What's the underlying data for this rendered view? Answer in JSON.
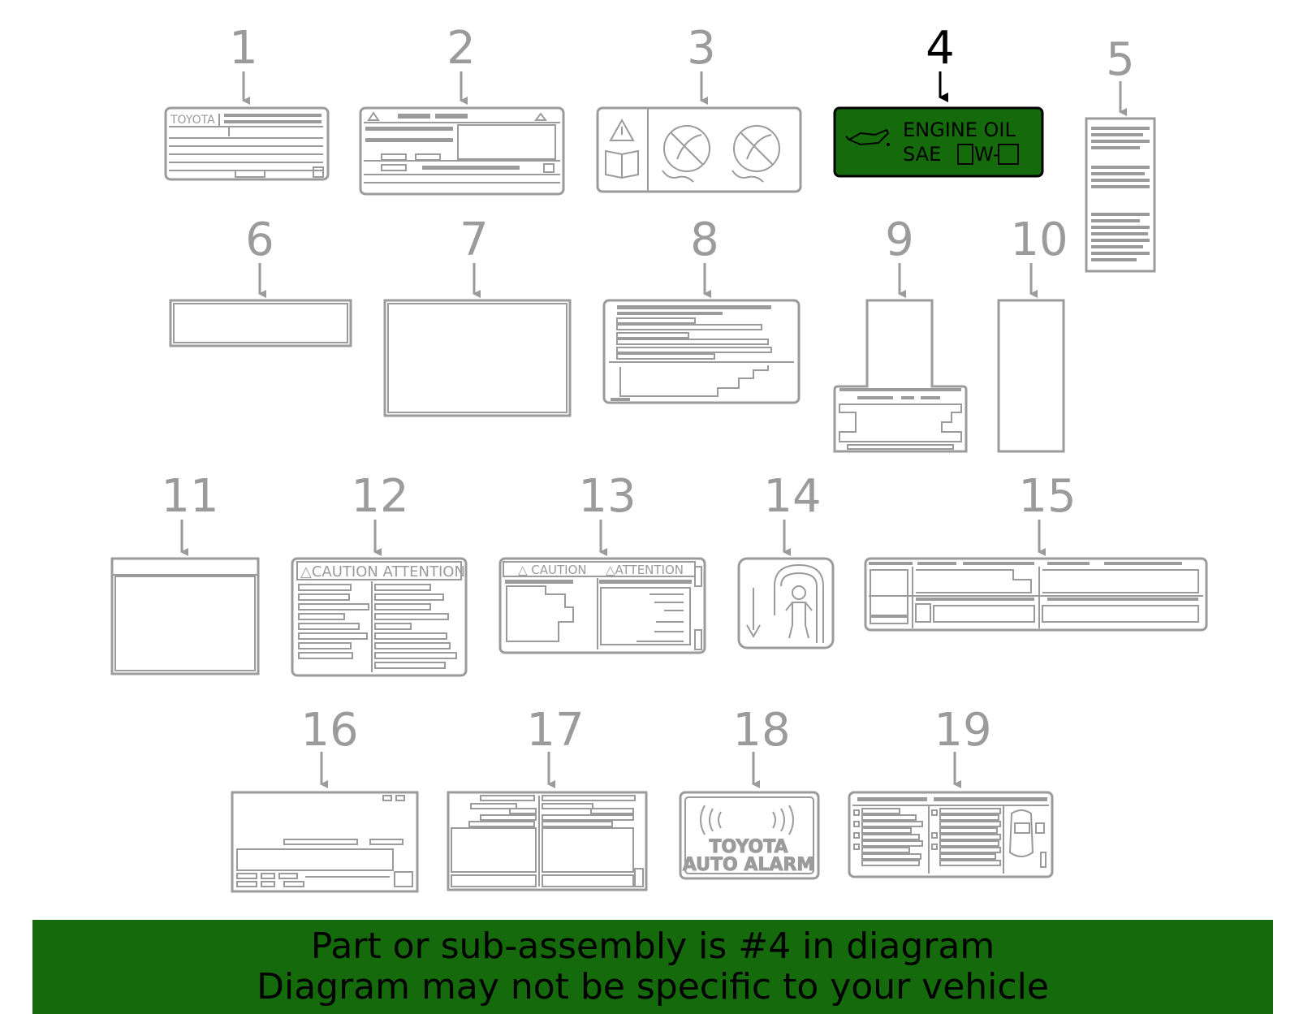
{
  "diagram": {
    "callouts": [
      "1",
      "2",
      "3",
      "4",
      "5",
      "6",
      "7",
      "8",
      "9",
      "10",
      "11",
      "12",
      "13",
      "14",
      "15",
      "16",
      "17",
      "18",
      "19"
    ],
    "highlighted_callout": "4",
    "colors": {
      "part_line": "#9b9b9b",
      "highlight_fill": "#156a0c",
      "highlight_text": "#000000"
    },
    "label_texts": {
      "l1_brand": "TOYOTA",
      "l4_line1": "ENGINE  OIL",
      "l4_line2_prefix": "SAE",
      "l4_line2_mid": "W-",
      "l12_header": "△CAUTION  ATTENTION",
      "l13_caution": "△ CAUTION",
      "l13_attention": "△ATTENTION",
      "l18_line1": "TOYOTA",
      "l18_line2": "AUTO ALARM"
    }
  },
  "footer": {
    "line1": "Part or sub-assembly is #4 in diagram",
    "line2": "Diagram may not be specific to your vehicle"
  }
}
